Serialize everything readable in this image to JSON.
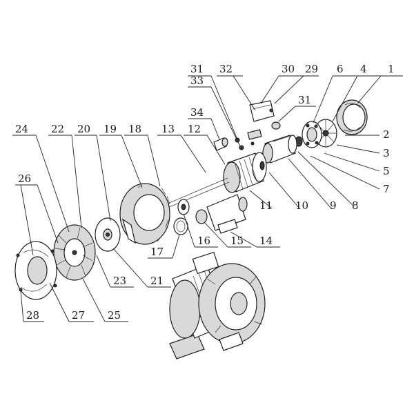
{
  "callouts": [
    {
      "id": "1",
      "label": "1"
    },
    {
      "id": "2",
      "label": "2"
    },
    {
      "id": "3",
      "label": "3"
    },
    {
      "id": "4",
      "label": "4"
    },
    {
      "id": "5",
      "label": "5"
    },
    {
      "id": "6",
      "label": "6"
    },
    {
      "id": "7",
      "label": "7"
    },
    {
      "id": "8",
      "label": "8"
    },
    {
      "id": "9",
      "label": "9"
    },
    {
      "id": "10",
      "label": "10"
    },
    {
      "id": "11",
      "label": "11"
    },
    {
      "id": "12",
      "label": "12"
    },
    {
      "id": "13",
      "label": "13"
    },
    {
      "id": "14",
      "label": "14"
    },
    {
      "id": "15",
      "label": "15"
    },
    {
      "id": "16",
      "label": "16"
    },
    {
      "id": "17",
      "label": "17"
    },
    {
      "id": "18",
      "label": "18"
    },
    {
      "id": "19",
      "label": "19"
    },
    {
      "id": "20",
      "label": "20"
    },
    {
      "id": "21",
      "label": "21"
    },
    {
      "id": "22",
      "label": "22"
    },
    {
      "id": "23",
      "label": "23"
    },
    {
      "id": "24",
      "label": "24"
    },
    {
      "id": "25",
      "label": "25"
    },
    {
      "id": "26",
      "label": "26"
    },
    {
      "id": "27",
      "label": "27"
    },
    {
      "id": "28",
      "label": "28"
    },
    {
      "id": "29",
      "label": "29"
    },
    {
      "id": "30",
      "label": "30"
    },
    {
      "id": "31a",
      "label": "31"
    },
    {
      "id": "31b",
      "label": "31"
    },
    {
      "id": "32",
      "label": "32"
    },
    {
      "id": "33",
      "label": "33"
    },
    {
      "id": "34",
      "label": "34"
    }
  ]
}
